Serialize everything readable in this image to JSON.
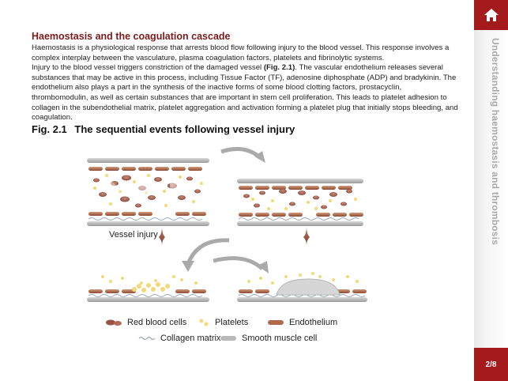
{
  "section": {
    "title": "Haemostasis and the coagulation cascade",
    "para1": "Haemostasis is a physiological response that arrests blood flow following injury to the blood vessel. This response involves a complex interplay between the vasculature, plasma coagulation factors, platelets and fibrinolytic systems.",
    "para2_before": "Injury to the blood vessel triggers constriction of the damaged vessel ",
    "para2_ref": "(Fig. 2.1)",
    "para2_after": ". The vascular endothelium releases several substances that may be active in this process, including Tissue Factor (TF), adenosine diphosphate (ADP) and bradykinin. The endothelium also plays a part in the synthesis of the inactive forms of some blood clotting factors, prostacyclin, thrombomodulin, as well as certain substances that are important in stem cell proliferation. This leads to platelet adhesion to collagen in the subendothelial matrix, platelet aggregation and activation forming a platelet plug that initially stops bleeding, and coagulation."
  },
  "figure": {
    "number": "Fig. 2.1",
    "title": "The sequential events following vessel injury",
    "vessel_injury_label": "Vessel injury",
    "legend": {
      "red_blood_cells": "Red blood cells",
      "platelets": "Platelets",
      "endothelium": "Endothelium",
      "collagen_matrix": "Collagen matrix",
      "smooth_muscle_cell": "Smooth muscle cell"
    }
  },
  "sidebar": {
    "home_icon": "home-icon",
    "vertical_title": "Understanding haemostasis and thrombosis",
    "page_indicator": "2/8"
  },
  "colors": {
    "accent": "#a3191c",
    "heading": "#7a1a1c",
    "rbc": "#b06a5a",
    "platelet": "#f3d979",
    "smooth_muscle": "#b9b9b9"
  }
}
